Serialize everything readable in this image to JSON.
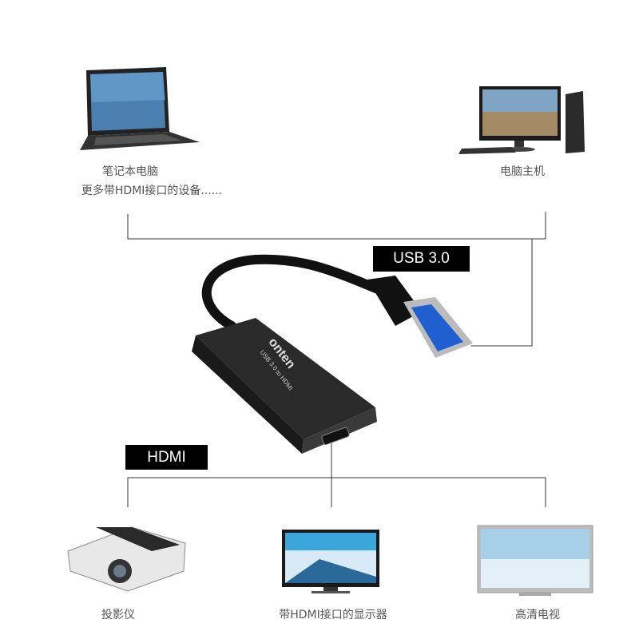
{
  "devices_top": [
    {
      "label": "笔记本电脑",
      "sublabel": "更多带HDMI接口的设备......",
      "icon": "laptop-icon"
    },
    {
      "label": "电脑主机",
      "icon": "desktop-computer-icon"
    }
  ],
  "devices_bottom": [
    {
      "label": "投影仪",
      "icon": "projector-icon"
    },
    {
      "label": "带HDMI接口的显示器",
      "icon": "monitor-icon"
    },
    {
      "label": "高清电视",
      "icon": "tv-icon"
    }
  ],
  "tags": {
    "usb": "USB 3.0",
    "hdmi": "HDMI"
  },
  "adapter": {
    "brand": "onten",
    "model": "USB 3.0 to HDMI"
  },
  "colors": {
    "line": "#333333",
    "tag_bg": "#000000",
    "label": "#555555",
    "usb_blue": "#1f5fd0"
  }
}
